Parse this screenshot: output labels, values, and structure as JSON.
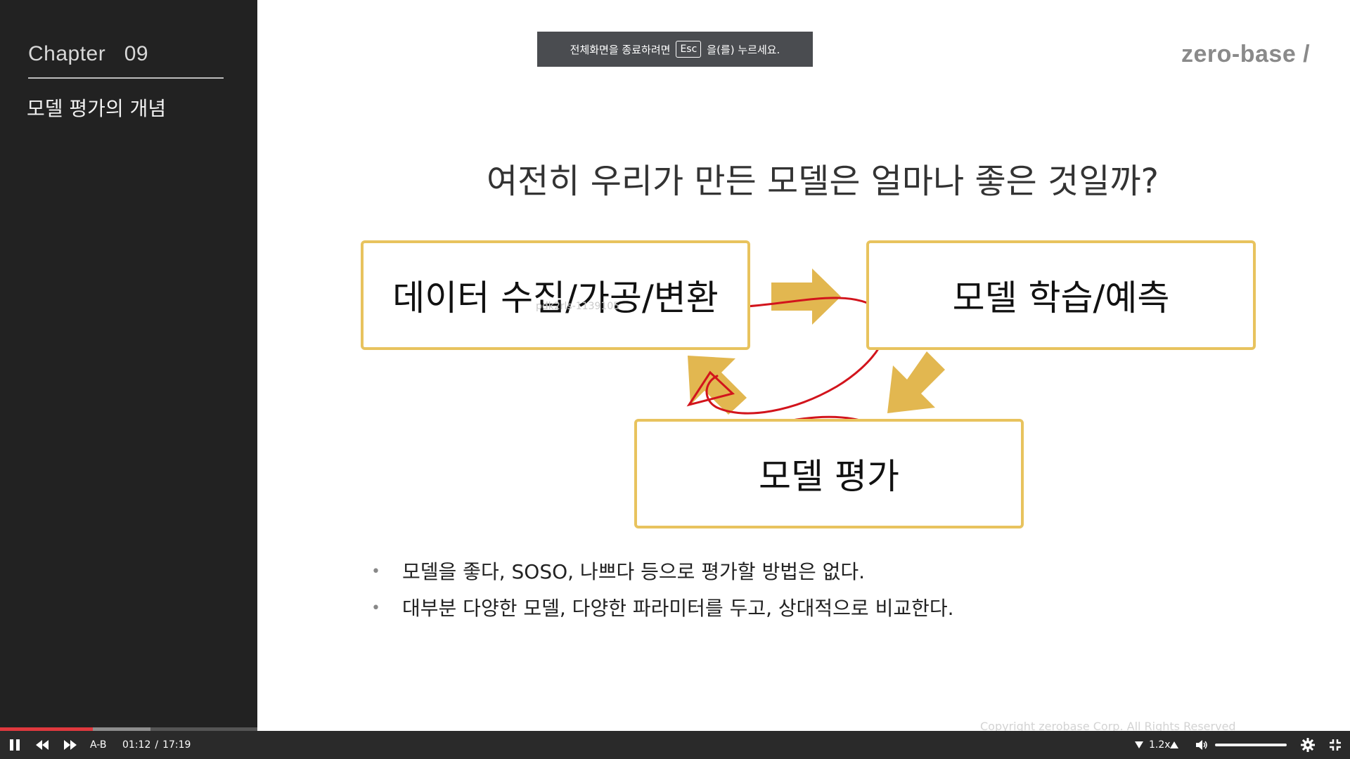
{
  "sidebar": {
    "chapter": "Chapter   09",
    "lesson": "모델 평가의 개념"
  },
  "fullscreen_notice": {
    "before": "전체화면을 종료하려면",
    "key": "Esc",
    "after": "을(를) 누르세요."
  },
  "brand": "zero-base /",
  "slide": {
    "heading": "여전히 우리가 만든 모델은 얼마나 좋은 것일까?",
    "boxes": {
      "collect": "데이터 수집/가공/변환",
      "train": "모델 학습/예측",
      "evaluate": "모델 평가"
    },
    "bullets": [
      "모델을 좋다, SOSO, 나쁘다 등으로 평가할 방법은 없다.",
      "대부분 다양한 모델, 다양한 파라미터를 두고, 상대적으로 비교한다."
    ],
    "watermark": "pdk2rls-1139105",
    "copyright": "Copyright zerobase Corp. All Rights Reserved"
  },
  "player": {
    "ab_label": "A-B",
    "current_time": "01:12",
    "separator": "/",
    "duration": "17:19",
    "speed": "1.2x",
    "progress_fraction": 0.069,
    "volume_fraction": 1.0,
    "icons": [
      "pause-icon",
      "rewind-icon",
      "fast-forward-icon",
      "speed-down-icon",
      "speed-up-icon",
      "volume-icon",
      "settings-gear-icon",
      "exit-fullscreen-icon"
    ]
  },
  "colors": {
    "sidebar_bg": "#222222",
    "box_border": "#e8c35e",
    "arrow_fill": "#e2b750",
    "annotation_red": "#d2141c",
    "progress_played": "#e0393e"
  }
}
